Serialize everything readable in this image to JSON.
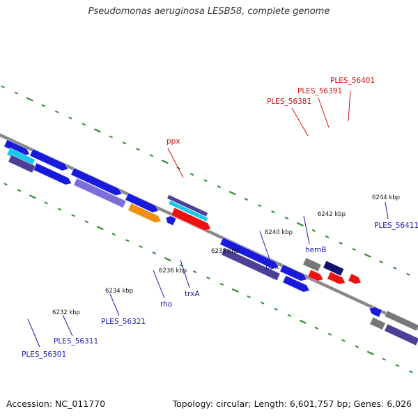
{
  "title": "Pseudomonas aeruginosa LESB58, complete genome",
  "footer": {
    "accession": "Accession: NC_011770",
    "summary": "Topology: circular; Length: 6,601,757 bp; Genes: 6,026"
  },
  "colors": {
    "backbone": "#888888",
    "tick": "#2e8b2e",
    "gene_blue": "#1a1adc",
    "gene_slate": "#4b3f98",
    "gene_lightslate": "#7a6fd8",
    "gene_red": "#ee1111",
    "gene_cyan": "#19c8ee",
    "gene_orange": "#ee8f10",
    "gene_gray": "#777777",
    "gene_navy": "#101070",
    "label_blue": "#1a1ab0",
    "label_red": "#cc1111"
  },
  "scale_labels": [
    "6232 kbp",
    "6234 kbp",
    "6236 kbp",
    "6238 kbp",
    "6240 kbp",
    "6242 kbp",
    "6244 kbp"
  ],
  "gene_labels": [
    {
      "text": "PLES_56301",
      "color": "label_blue"
    },
    {
      "text": "PLES_56311",
      "color": "label_blue"
    },
    {
      "text": "PLES_56321",
      "color": "label_blue"
    },
    {
      "text": "rho",
      "color": "label_blue"
    },
    {
      "text": "trxA",
      "color": "label_blue"
    },
    {
      "text": "ppk",
      "color": "label_blue"
    },
    {
      "text": "hemB",
      "color": "label_blue"
    },
    {
      "text": "PLES_56411",
      "color": "label_blue"
    },
    {
      "text": "ppx",
      "color": "label_red"
    },
    {
      "text": "PLES_56381",
      "color": "label_red"
    },
    {
      "text": "PLES_56391",
      "color": "label_red"
    },
    {
      "text": "PLES_56401",
      "color": "label_red"
    }
  ]
}
